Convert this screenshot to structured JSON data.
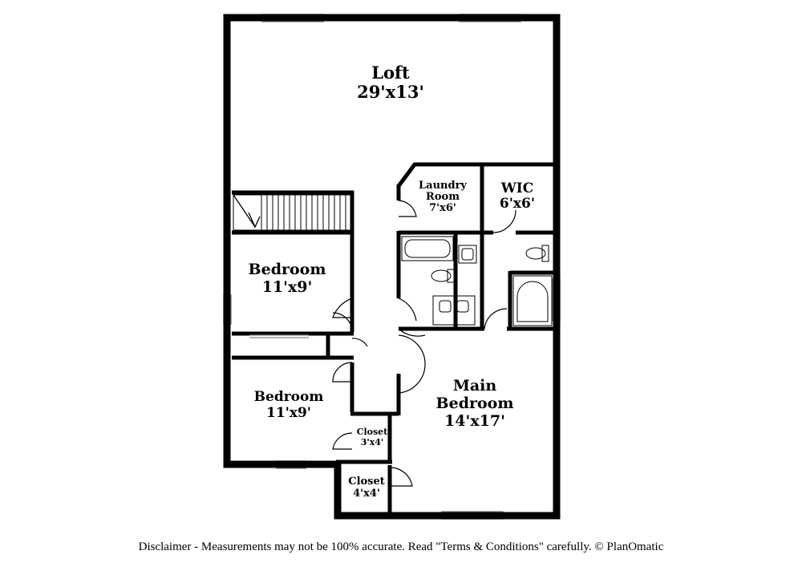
{
  "rooms": [
    {
      "id": "loft",
      "name": "Loft",
      "size": "29'x13'"
    },
    {
      "id": "laundry",
      "name": "Laundry Room",
      "name_line1": "Laundry",
      "name_line2": "Room",
      "size": "7'x6'"
    },
    {
      "id": "wic",
      "name": "WIC",
      "size": "6'x6'"
    },
    {
      "id": "bedroom-upper",
      "name": "Bedroom",
      "size": "11'x9'"
    },
    {
      "id": "bedroom-lower",
      "name": "Bedroom",
      "size": "11'x9'"
    },
    {
      "id": "main-bedroom",
      "name": "Main Bedroom",
      "name_line1": "Main",
      "name_line2": "Bedroom",
      "size": "14'x17'"
    },
    {
      "id": "closet-small",
      "name": "Closet",
      "size": "3'x4'"
    },
    {
      "id": "closet-lower",
      "name": "Closet",
      "size": "4'x4'"
    }
  ],
  "disclaimer": "Disclaimer - Measurements may not be 100% accurate. Read \"Terms & Conditions\" carefully. © PlanOmatic"
}
